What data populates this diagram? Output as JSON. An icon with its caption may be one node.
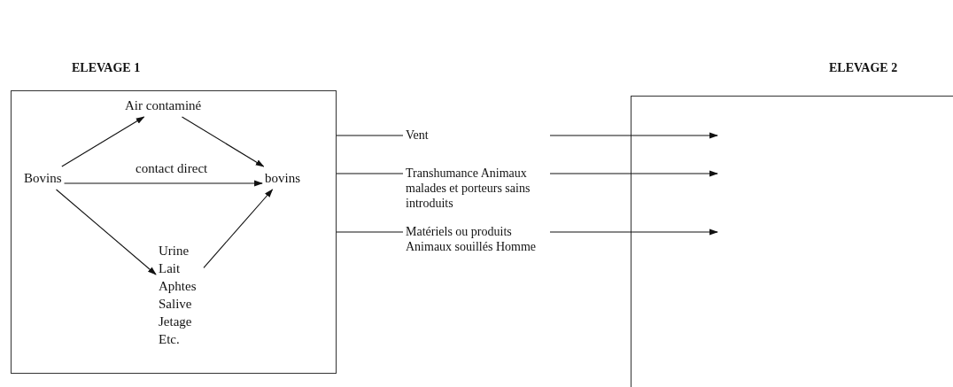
{
  "diagram": {
    "nodes": [
      {
        "text": [
          "ELEVAGE 1"
        ]
      },
      {
        "text": [
          "Bovins"
        ],
        "in": 0
      },
      {
        "text": [
          "Air contaminé"
        ],
        "in": 0
      },
      {
        "text": [
          "bovins"
        ],
        "in": 0
      },
      {
        "text": [
          "Urine Lait Aphtes Salive Jetage Etc."
        ],
        "in": 0
      },
      {
        "text": [
          "ELEVAGE 2"
        ]
      }
    ],
    "edges": [
      {
        "from": 1,
        "to": 2,
        "arrow": "to"
      },
      {
        "from": 2,
        "to": 3,
        "arrow": "to"
      },
      {
        "from": 1,
        "to": 3,
        "arrow": "to",
        "label": "contact direct"
      },
      {
        "from": 1,
        "to": 4,
        "arrow": "to"
      },
      {
        "from": 4,
        "to": 3,
        "arrow": "to"
      },
      {
        "from": 0,
        "to": 5,
        "arrow": "to",
        "label": "Vent"
      },
      {
        "from": 0,
        "to": 5,
        "arrow": "to",
        "label": "Transhumance Animaux malades et porteurs sains introduits"
      },
      {
        "from": 0,
        "to": 5,
        "arrow": "to",
        "label": "Matériels ou produits Animaux souillés Homme"
      }
    ]
  }
}
